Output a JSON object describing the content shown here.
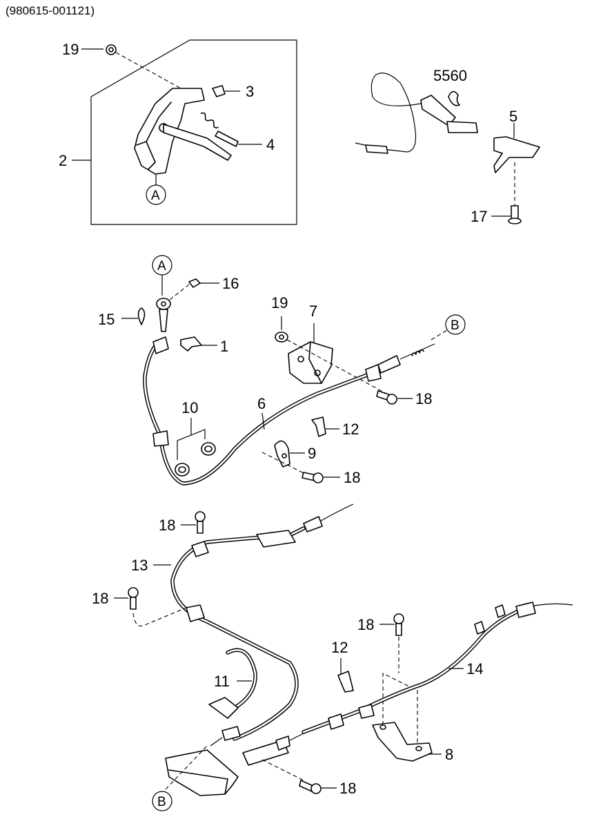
{
  "header": {
    "code": "(980615-001121)"
  },
  "callouts": {
    "n1": "1",
    "n2": "2",
    "n3": "3",
    "n4": "4",
    "n5": "5",
    "n5560": "5560",
    "n6": "6",
    "n7": "7",
    "n8": "8",
    "n9": "9",
    "n10": "10",
    "n11": "11",
    "n12a": "12",
    "n12b": "12",
    "n13": "13",
    "n14": "14",
    "n15": "15",
    "n16": "16",
    "n17": "17",
    "n18a": "18",
    "n18b": "18",
    "n18c": "18",
    "n18d": "18",
    "n18e": "18",
    "n18f": "18",
    "n19a": "19",
    "n19b": "19"
  },
  "refs": {
    "a1": "A",
    "a2": "A",
    "b1": "B",
    "b2": "B"
  }
}
